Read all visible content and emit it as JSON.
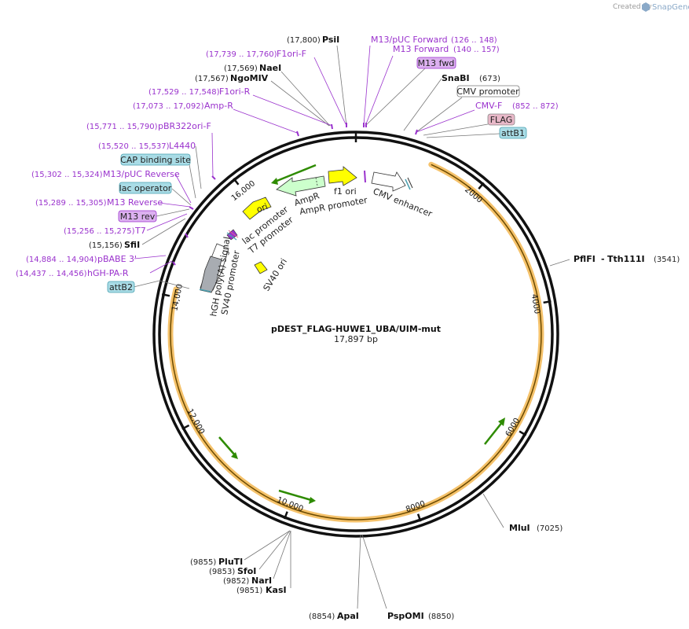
{
  "credit": {
    "prefix": "Created by",
    "brand": "SnapGene"
  },
  "plasmid": {
    "name": "pDEST_FLAG-HUWE1_UBA/UIM-mut",
    "length": "17,897 bp"
  },
  "ticks": [
    "2000",
    "4000",
    "6000",
    "8000",
    "10,000",
    "12,000",
    "14,000",
    "16,000"
  ],
  "enzymes": {
    "psii": {
      "name": "PsiI",
      "pos": "(17,800)"
    },
    "naei": {
      "name": "NaeI",
      "pos": "(17,569)"
    },
    "ngomiv": {
      "name": "NgoMIV",
      "pos": "(17,567)"
    },
    "snabi": {
      "name": "SnaBI",
      "pos": "(673)"
    },
    "pflfi": {
      "name": "PflFI",
      "sep": "-",
      "name2": "Tth111I",
      "pos": "(3541)"
    },
    "mlui": {
      "name": "MluI",
      "pos": "(7025)"
    },
    "sfii": {
      "name": "SfiI",
      "pos": "(15,156)"
    },
    "pluti": {
      "name": "PluTI",
      "pos": "(9855)"
    },
    "sfoi": {
      "name": "SfoI",
      "pos": "(9853)"
    },
    "nari": {
      "name": "NarI",
      "pos": "(9852)"
    },
    "kasi": {
      "name": "KasI",
      "pos": "(9851)"
    },
    "apai": {
      "name": "ApaI",
      "pos": "(8854)"
    },
    "pspomi": {
      "name": "PspOMI",
      "pos": "(8850)"
    }
  },
  "primers": {
    "m13puc_fwd": {
      "name": "M13/pUC Forward",
      "pos": "(126 .. 148)"
    },
    "m13_fwd": {
      "name": "M13 Forward",
      "pos": "(140 .. 157)"
    },
    "f1ori_f": {
      "name": "F1ori-F",
      "pos": "(17,739 .. 17,760)"
    },
    "f1ori_r": {
      "name": "F1ori-R",
      "pos": "(17,529 .. 17,548)"
    },
    "amp_r": {
      "name": "Amp-R",
      "pos": "(17,073 .. 17,092)"
    },
    "pbr322ori_f": {
      "name": "pBR322ori-F",
      "pos": "(15,771 .. 15,790)"
    },
    "l4440": {
      "name": "L4440",
      "pos": "(15,520 .. 15,537)"
    },
    "m13puc_rev": {
      "name": "M13/pUC Reverse",
      "pos": "(15,302 .. 15,324)"
    },
    "m13_rev": {
      "name": "M13 Reverse",
      "pos": "(15,289 .. 15,305)"
    },
    "t7": {
      "name": "T7",
      "pos": "(15,256 .. 15,275)"
    },
    "pbabe3": {
      "name": "pBABE 3'",
      "pos": "(14,884 .. 14,904)"
    },
    "hgh_pa_r": {
      "name": "hGH-PA-R",
      "pos": "(14,437 .. 14,456)"
    },
    "cmv_f": {
      "name": "CMV-F",
      "pos": "(852 .. 872)"
    }
  },
  "boxes": {
    "m13fwd": "M13 fwd",
    "cmv_promoter": "CMV promoter",
    "flag": "FLAG",
    "attb1": "attB1",
    "cap": "CAP binding site",
    "lac_operator": "lac operator",
    "m13rev": "M13 rev",
    "attb2": "attB2"
  },
  "features": {
    "ori": "ori",
    "ampr_promoter": "AmpR promoter",
    "ampr": "AmpR",
    "f1ori": "f1 ori",
    "cmv_enhancer": "CMV enhancer",
    "lac_promoter": "lac promoter",
    "t7_promoter": "T7 promoter",
    "sv40_ori": "SV40 ori",
    "hgh": "hGH poly(A) signal",
    "sv40_promoter": "SV40 promoter"
  },
  "colors": {
    "backbone": "#111111",
    "insert": "#f5a623",
    "primer": "#9a32cd",
    "ori": "#ffff00",
    "ampr": "#ccffcc",
    "f1ori": "#ffff00",
    "sv40ori": "#ffff00",
    "hgh": "#a8acb2",
    "orf_arrow": "#2e8b00",
    "box_blue": "#a9dce6",
    "box_purple": "#dcb0f0",
    "box_pink": "#e8b8c8"
  }
}
